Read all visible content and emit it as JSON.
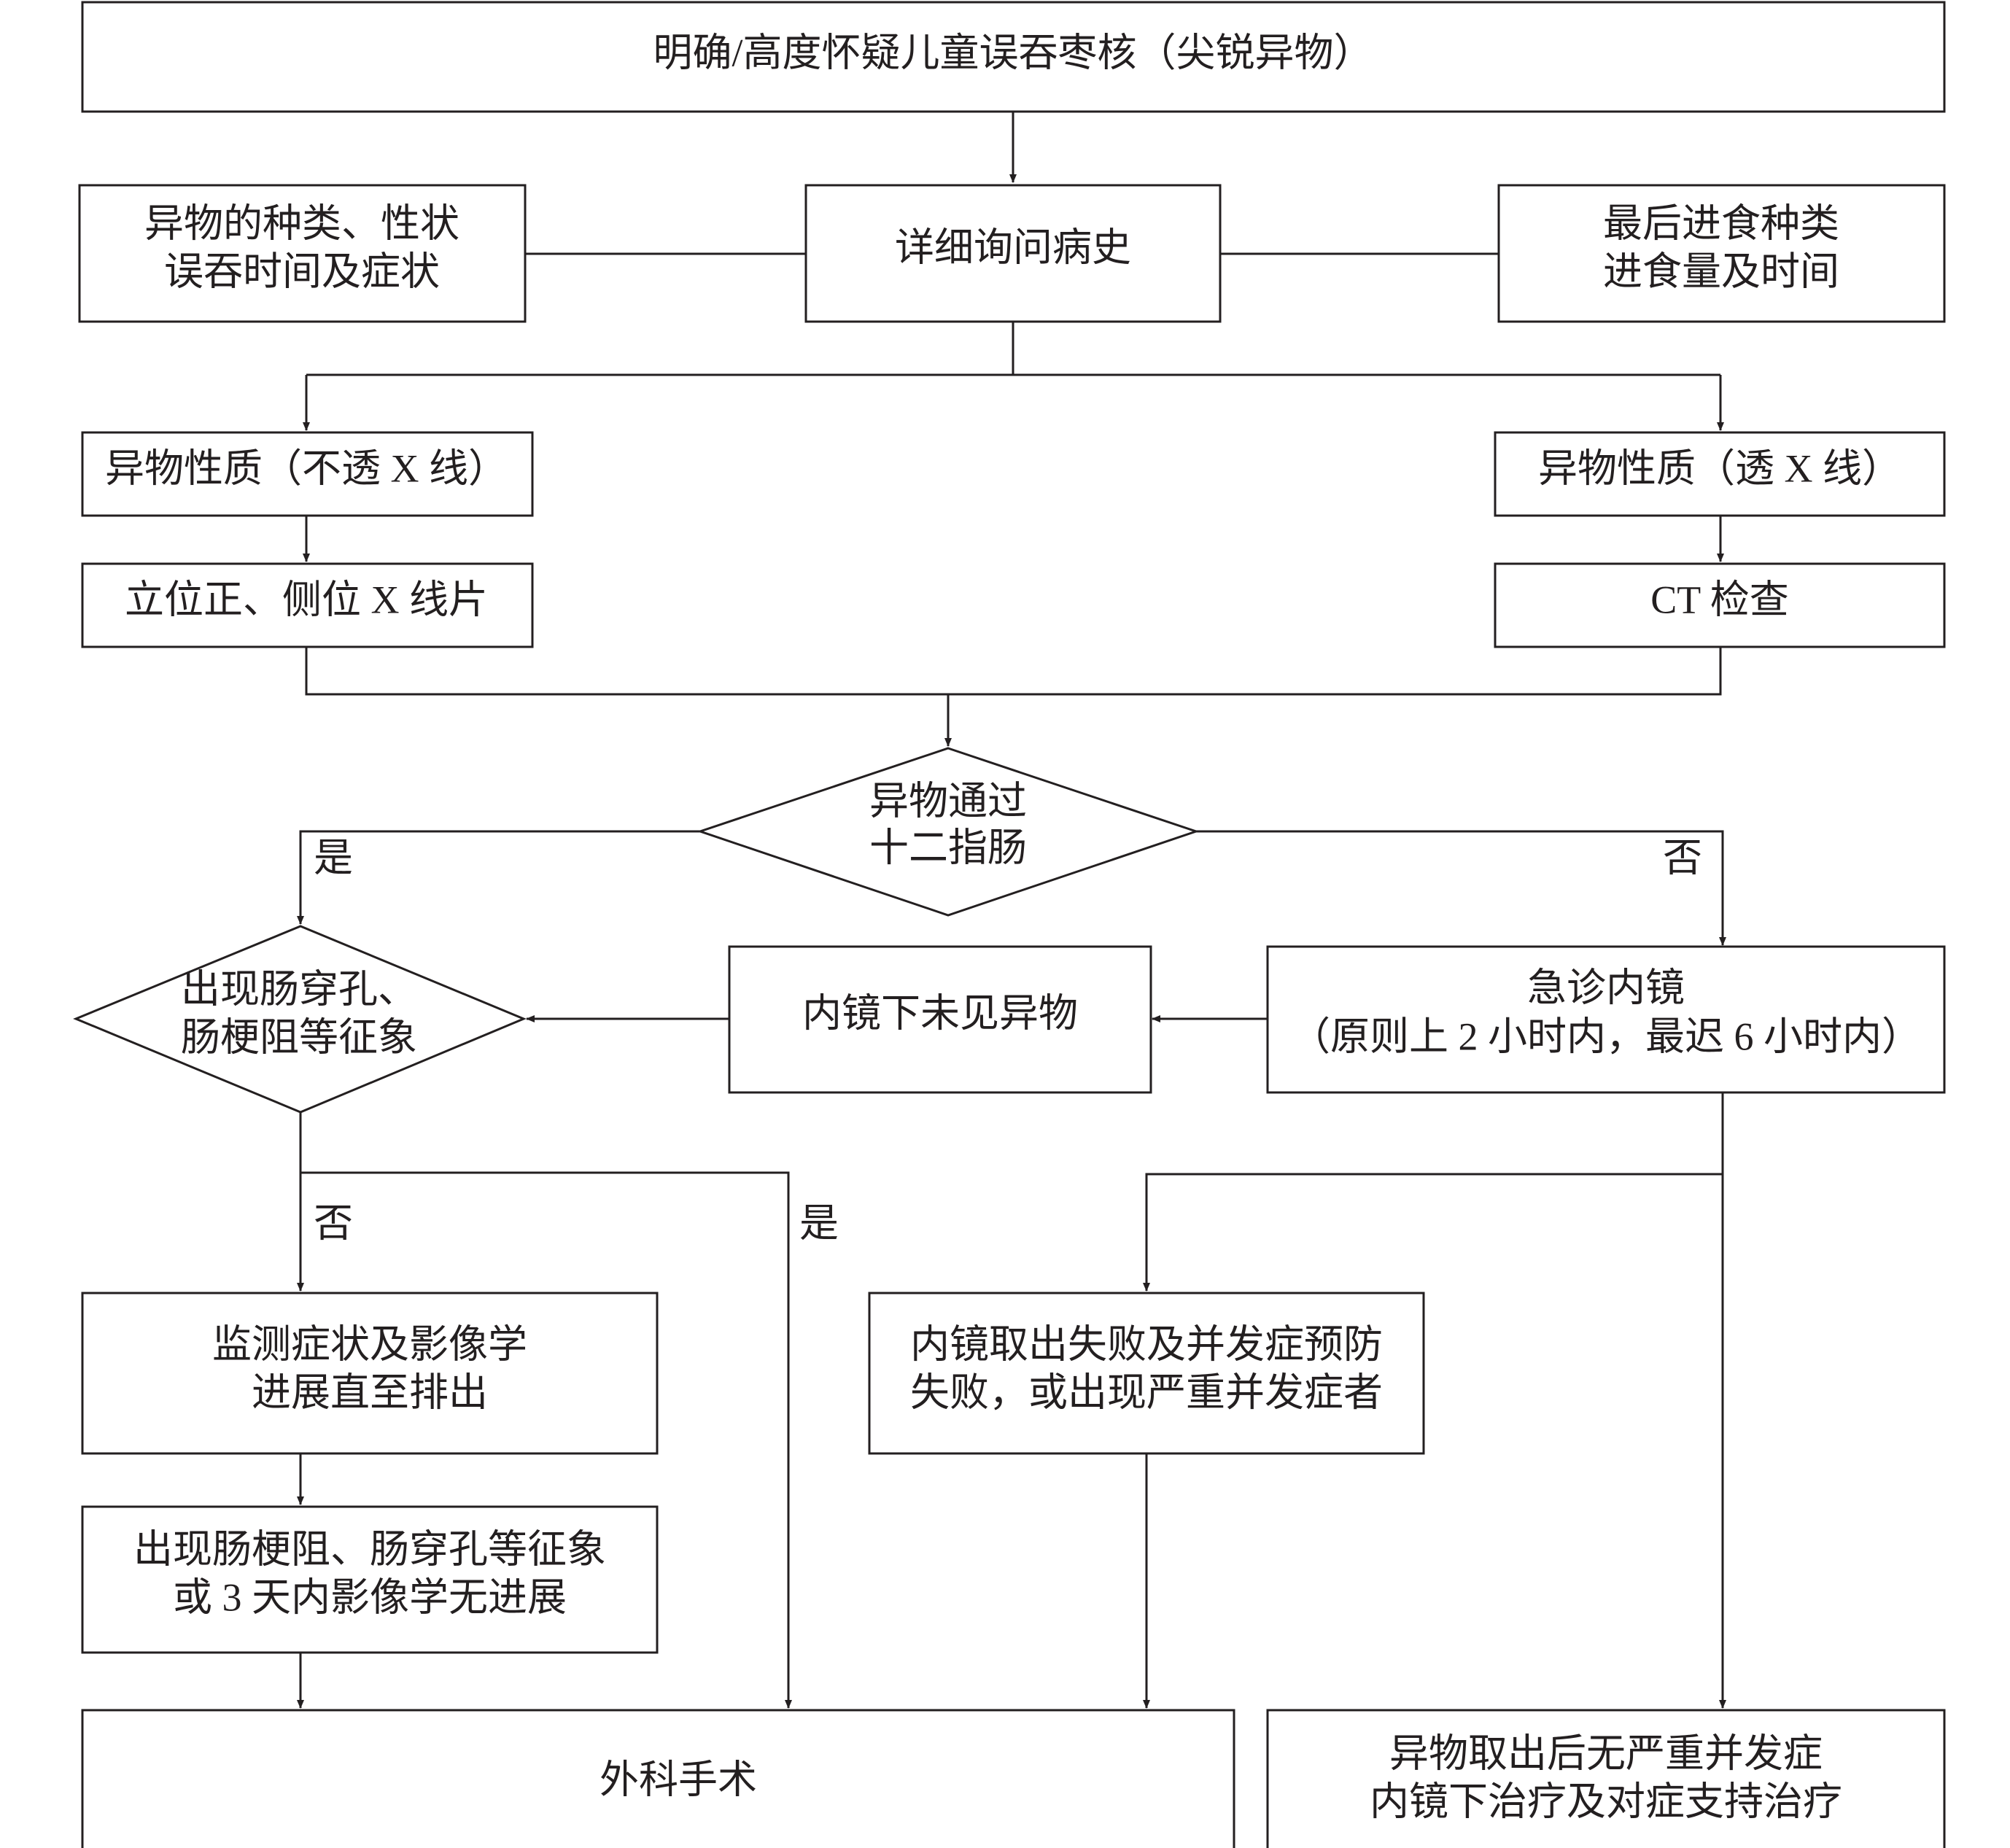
{
  "nodes": {
    "start": "明确/高度怀疑儿童误吞枣核（尖锐异物）",
    "history": "详细询问病史",
    "fb_info": [
      "异物的种类、性状",
      "误吞时间及症状"
    ],
    "meal_info": [
      "最后进食种类",
      "进食量及时间"
    ],
    "radiopaque": "异物性质（不透 X 线）",
    "xray": "立位正、侧位 X 线片",
    "radiolucent": "异物性质（透 X 线）",
    "ct": "CT 检查",
    "duodenum_decision": [
      "异物通过",
      "十二指肠"
    ],
    "complication_decision": [
      "出现肠穿孔、",
      "肠梗阻等征象"
    ],
    "no_fb_seen": "内镜下未见异物",
    "emergency_endoscopy": [
      "急诊内镜",
      "（原则上 2 小时内，最迟 6 小时内）"
    ],
    "monitor": [
      "监测症状及影像学",
      "进展直至排出"
    ],
    "signs_or_no_progress": [
      "出现肠梗阻、肠穿孔等征象",
      "或 3 天内影像学无进展"
    ],
    "endoscopy_failure": [
      "内镜取出失败及并发症预防",
      "失败，或出现严重并发症者"
    ],
    "surgery": "外科手术",
    "post_removal": [
      "异物取出后无严重并发症",
      "内镜下治疗及对症支持治疗"
    ]
  },
  "edge_labels": {
    "duodenum_yes": "是",
    "duodenum_no": "否",
    "complication_no": "否",
    "complication_yes": "是"
  },
  "colors": {
    "stroke": "#231f20",
    "background": "#ffffff"
  }
}
